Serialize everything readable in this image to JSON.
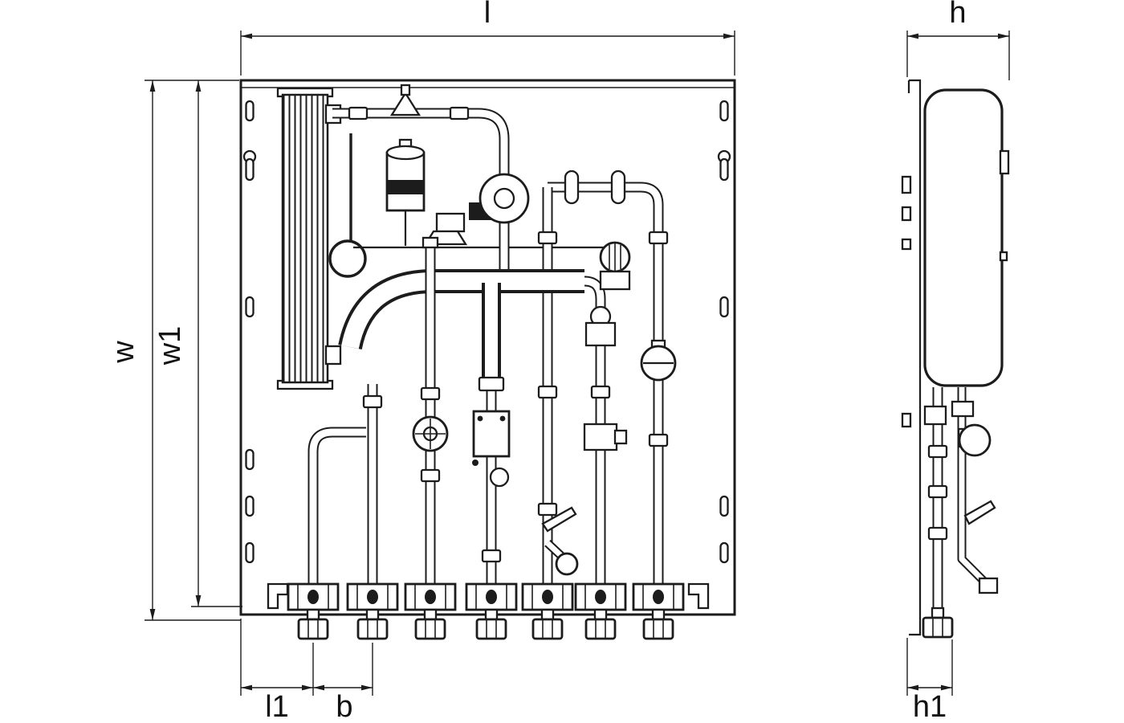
{
  "diagram": {
    "background": "#ffffff",
    "line_color": "#1c1c1c",
    "dimension_labels": {
      "l": "l",
      "w": "w",
      "w1": "w1",
      "l1": "l1",
      "b": "b",
      "h": "h",
      "h1": "h1"
    }
  }
}
